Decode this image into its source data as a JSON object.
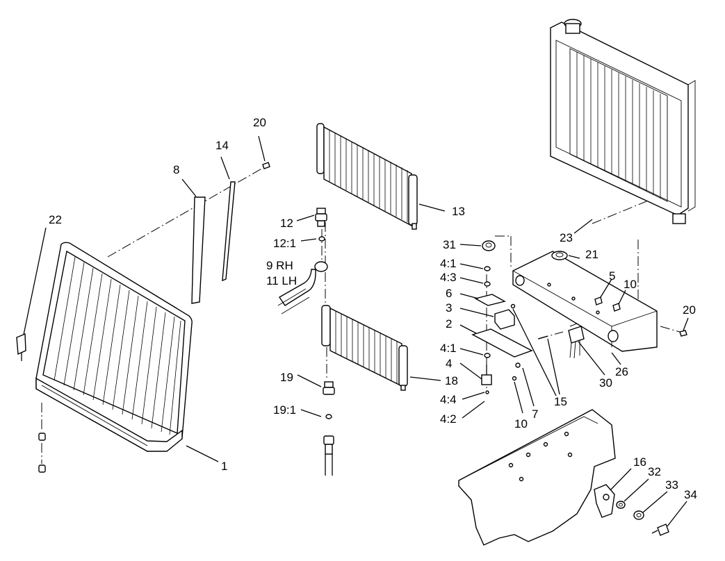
{
  "callouts": {
    "c1": "1",
    "c2": "2",
    "c3": "3",
    "c4": "4",
    "c4_1a": "4:1",
    "c4_1b": "4:1",
    "c4_2": "4:2",
    "c4_3": "4:3",
    "c4_4": "4:4",
    "c5": "5",
    "c6": "6",
    "c7": "7",
    "c8": "8",
    "c9": "9 RH",
    "c10a": "10",
    "c10b": "10",
    "c11": "11 LH",
    "c12": "12",
    "c12_1": "12:1",
    "c13": "13",
    "c14": "14",
    "c15": "15",
    "c16": "16",
    "c18": "18",
    "c19": "19",
    "c19_1": "19:1",
    "c20a": "20",
    "c20b": "20",
    "c21": "21",
    "c22": "22",
    "c23": "23",
    "c26": "26",
    "c30": "30",
    "c31": "31",
    "c32": "32",
    "c33": "33",
    "c34": "34"
  }
}
